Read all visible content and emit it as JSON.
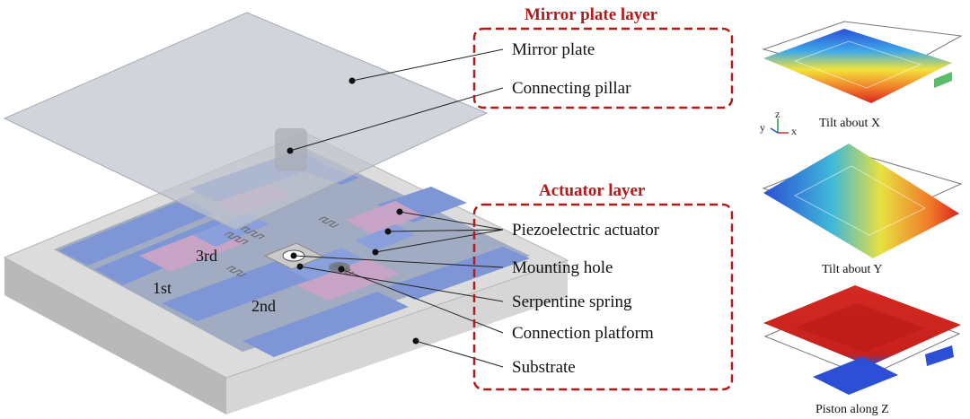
{
  "diagram": {
    "mirror_layer": {
      "title": "Mirror plate layer",
      "labels": [
        "Mirror plate",
        "Connecting pillar"
      ]
    },
    "actuator_layer": {
      "title": "Actuator layer",
      "labels": [
        "Piezoelectric actuator",
        "Mounting hole",
        "Serpentine spring",
        "Connection platform",
        "Substrate"
      ]
    },
    "ring_labels": [
      "1st",
      "2nd",
      "3rd"
    ],
    "modes": [
      {
        "caption": "Tilt about X"
      },
      {
        "caption": "Tilt about Y"
      },
      {
        "caption": "Piston along Z"
      }
    ],
    "axes": {
      "y": "y",
      "z": "z",
      "x": "x"
    },
    "colors": {
      "header_red": "#b31b1b",
      "actuator_blue": "#7f96d6",
      "actuator_pink": "#c7a3c6",
      "substrate_gray": "#cfcfcf",
      "mirror_gray": "#bfc3cc"
    }
  }
}
